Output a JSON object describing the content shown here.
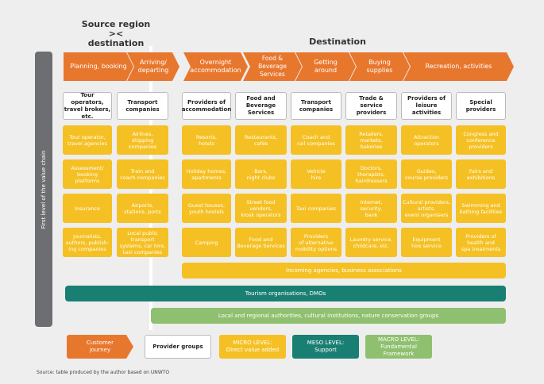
{
  "headers": {
    "source_region": "Source region\n><\ndestination",
    "destination": "Destination"
  },
  "vertical_label": "First level of the value chain",
  "journey": [
    "Planning, booking",
    "Arriving/\ndeparting",
    "Overnight\naccommodation",
    "Food &\nBeverage\nServices",
    "Getting\naround",
    "Buying\nsupplies",
    "Recreation, activities"
  ],
  "providers": [
    "Tour operators,\ntravel brokers,\netc.",
    "Transport\ncompanies",
    "Providers of\naccommodation",
    "Food and\nBeverage Services",
    "Transport\ncompanies",
    "Trade &\nservice providers",
    "Providers of\nleisure activities",
    "Special\nproviders"
  ],
  "micro": [
    [
      "Tour operator,\ntravel agencies",
      "Airlines,\nshipping\ncompanies",
      "Resorts,\nhotels",
      "Restaurants,\ncafés",
      "Coach and\nrail companies",
      "Retailers,\nmarkets,\nbakeries",
      "Attraction\noperators",
      "Congress and\nconference\nproviders"
    ],
    [
      "Assessment/\nbooking\nplatforms",
      "Train and\ncoach companies",
      "Holiday homes,\napartments",
      "Bars,\nnight clubs",
      "Vehicle\nhire",
      "Doctors,\ntherapists,\nhairdressers",
      "Guides,\ncourse providers",
      "Fairs and\nexhibitions"
    ],
    [
      "Insurance",
      "Airports,\nstations, ports",
      "Guest houses,\nyouth hostels",
      "Street food\nvendors,\nkiosk operators",
      "Taxi companies",
      "Internet,\nsecurity,\nbank",
      "Cultural providers,\nartists,\nevent organisers",
      "Swimming and\nbathing facilities"
    ],
    [
      "Journalists,\nauthors, publish-\ning companies",
      "Local public transport\nsystems, car hire,\ntaxi companies",
      "Camping",
      "Food and\nBeverage Services",
      "Providers\nof alternative\nmobility options",
      "Laundry service,\nchildcare, etc.",
      "Equipment\nhire service",
      "Providers of\nhealth and\nspa treatments"
    ]
  ],
  "bands": {
    "incoming": "Incoming agencies, business associations",
    "tourism": "Tourism organisations, DMOs",
    "local": "Local and regional authorities, cultural institutions, nature conservation groups"
  },
  "legend": {
    "journey": "Customer\njourney",
    "provider_groups": "Provider groups",
    "micro": "MICRO LEVEL:\nDirect value added",
    "meso": "MESO LEVEL:\nSupport",
    "macro": "MACRO LEVEL:\nFundamental Framework"
  },
  "source": "Source: table produced by the author based on UNWTO",
  "colors": {
    "orange": "#e8772e",
    "yellow": "#f5c023",
    "teal": "#1a7f73",
    "green": "#8fc06f",
    "gray": "#6d6e71"
  }
}
